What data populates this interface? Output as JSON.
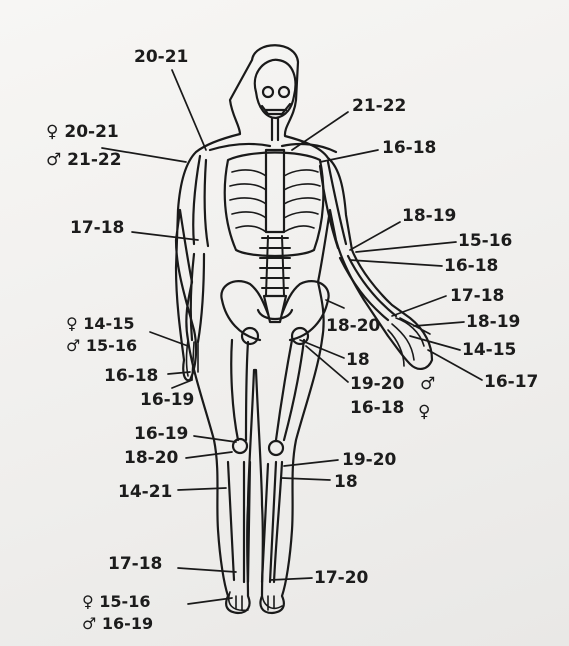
{
  "labels": {
    "skull": "20-21",
    "clavicle_medial": "21-22",
    "shoulder_female": "♀ 20-21",
    "shoulder_male": "♂ 21-22",
    "acromion": "16-18",
    "humerus_distal": "17-18",
    "radius_ulna_prox": "18-19",
    "elbow_a": "15-16",
    "elbow_b": "16-18",
    "wrist": "17-18",
    "carpal": "18-19",
    "metacarpal": "14-15",
    "phalanges": "16-17",
    "iliac": "18-20",
    "femur_head": "18",
    "trochanter": "19-20",
    "trochanter_sex": "♂",
    "femur_prox": "16-18",
    "femur_prox_sex": "♀",
    "hand_female": "♀ 14-15",
    "hand_male": "♂ 15-16",
    "hand_a": "16-18",
    "hand_b": "16-19",
    "knee_upper": "16-19",
    "knee_lower": "18-20",
    "tibia_prox": "19-20",
    "fibula_prox": "18",
    "tibia_shaft": "14-21",
    "ankle": "17-18",
    "fibula_distal": "17-20",
    "foot_female": "♀ 15-16",
    "foot_male": "♂ 16-19"
  }
}
